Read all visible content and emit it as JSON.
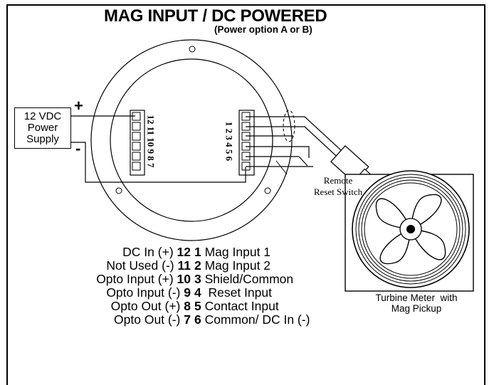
{
  "title": "MAG INPUT / DC POWERED",
  "subtitle": "(Power option A or B)",
  "power_supply": {
    "lines": [
      "12 VDC",
      "Power",
      "Supply"
    ],
    "plus": "+",
    "minus": "-"
  },
  "left_terminal_numbers": "12 11 10 9 8 7",
  "right_terminal_numbers": "1 2 3 4 5 6",
  "remote_switch": {
    "line1": "Remote",
    "line2": "Reset Switch"
  },
  "legend": {
    "left": [
      {
        "label": "DC In (+)",
        "num": "12"
      },
      {
        "label": "Not Used (-)",
        "num": "11"
      },
      {
        "label": "Opto Input (+)",
        "num": "10"
      },
      {
        "label": "Opto Input (-)",
        "num": "9"
      },
      {
        "label": "Opto Out (+)",
        "num": "8"
      },
      {
        "label": "Opto Out (-)",
        "num": "7"
      }
    ],
    "right": [
      {
        "num": "1",
        "label": "Mag Input 1"
      },
      {
        "num": "2",
        "label": "Mag Input 2"
      },
      {
        "num": "3",
        "label": "Shield/Common"
      },
      {
        "num": "4",
        "label": " Reset Input"
      },
      {
        "num": "5",
        "label": "Contact Input"
      },
      {
        "num": "6",
        "label": "Common/ DC In (-)"
      }
    ]
  },
  "meter_label": {
    "line1": "Turbine Meter  with",
    "line2": "Mag Pickup"
  }
}
